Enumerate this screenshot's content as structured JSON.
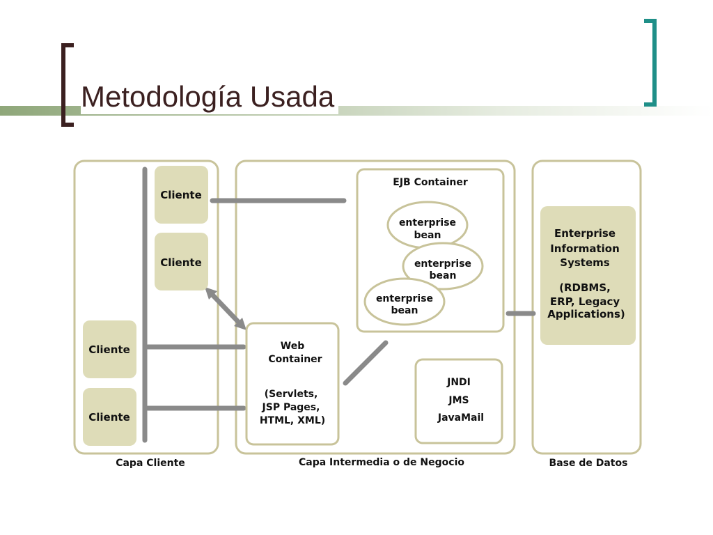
{
  "slide": {
    "title": "Metodología Usada"
  },
  "colors": {
    "panel_border": "#c8c39a",
    "box_fill": "#dedcb8",
    "connector": "#8a8a8a",
    "title_text": "#3b2020",
    "accent_right": "#1f8f88"
  },
  "tiers": {
    "client": {
      "label": "Capa Cliente",
      "clients": [
        "Cliente",
        "Cliente",
        "Cliente",
        "Cliente"
      ]
    },
    "middle": {
      "label": "Capa Intermedia o de Negocio",
      "ejb": {
        "title": "EJB Container",
        "beans": [
          [
            "enterprise",
            "bean"
          ],
          [
            "enterprise",
            "bean"
          ],
          [
            "enterprise",
            "bean"
          ]
        ]
      },
      "web": {
        "line1": "Web",
        "line2": "Container",
        "line3": "(Servlets,",
        "line4": "JSP Pages,",
        "line5": "HTML, XML)"
      },
      "services": [
        "JNDI",
        "JMS",
        "JavaMail"
      ]
    },
    "data": {
      "label": "Base de Datos",
      "eis": {
        "line1": "Enterprise",
        "line2": "Information",
        "line3": "Systems",
        "line4": "(RDBMS,",
        "line5": "ERP, Legacy",
        "line6": "Applications)"
      }
    }
  }
}
